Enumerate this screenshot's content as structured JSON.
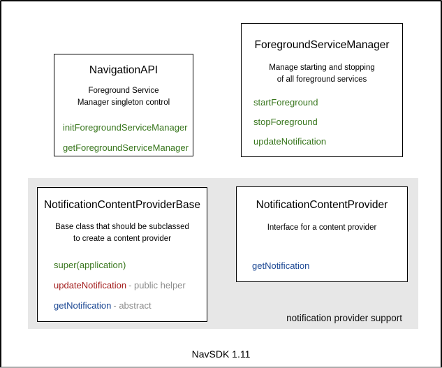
{
  "diagram": {
    "footer_label": "NavSDK 1.11",
    "colors": {
      "method_green": "#38761d",
      "method_red": "#a31c1c",
      "method_blue": "#1b4793",
      "suffix_gray": "#8c8c8c",
      "region_background": "#e7e7e7",
      "box_border": "#000000"
    },
    "boxes": {
      "navigation_api": {
        "title": "NavigationAPI",
        "description_line1": "Foreground Service",
        "description_line2": "Manager singleton control",
        "methods": [
          {
            "name": "initForegroundServiceManager",
            "color": "green"
          },
          {
            "name": "getForegroundServiceManager",
            "color": "green"
          }
        ]
      },
      "foreground_service_manager": {
        "title": "ForegroundServiceManager",
        "description_line1": "Manage starting and stopping",
        "description_line2": "of all foreground services",
        "methods": [
          {
            "name": "startForeground",
            "color": "green"
          },
          {
            "name": "stopForeground",
            "color": "green"
          },
          {
            "name": "updateNotification",
            "color": "green"
          }
        ]
      },
      "notification_content_provider_base": {
        "title": "NotificationContentProviderBase",
        "description_line1": "Base class that should be subclassed",
        "description_line2": "to create a content provider",
        "methods": [
          {
            "name": "super(application)",
            "color": "green",
            "suffix": ""
          },
          {
            "name": "updateNotification",
            "color": "red",
            "suffix": "- public helper"
          },
          {
            "name": "getNotification",
            "color": "blue",
            "suffix": "- abstract"
          }
        ]
      },
      "notification_content_provider": {
        "title": "NotificationContentProvider",
        "description_line1": "Interface for a content provider",
        "description_line2": "",
        "methods": [
          {
            "name": "getNotification",
            "color": "blue"
          }
        ]
      }
    },
    "region": {
      "label": "notification provider support"
    }
  }
}
